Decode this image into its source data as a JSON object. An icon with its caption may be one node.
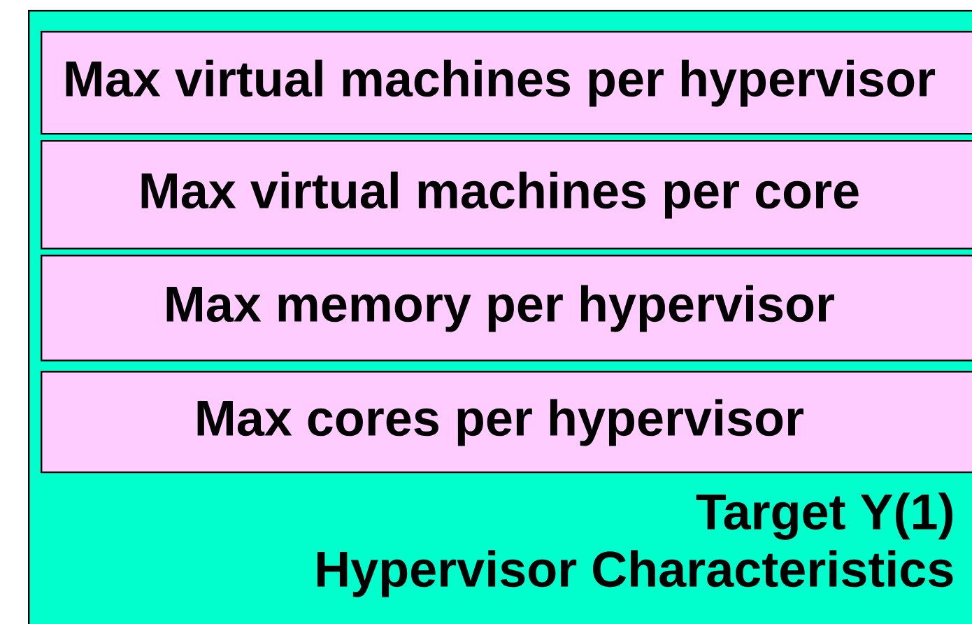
{
  "diagram": {
    "nodes": [
      {
        "text": [
          "Target Y(1)",
          "Hypervisor Characteristics"
        ]
      },
      {
        "text": [
          "Max virtual machines per hypervisor"
        ],
        "in": 0
      },
      {
        "text": [
          "Max virtual machines per core"
        ],
        "in": 0
      },
      {
        "text": [
          "Max memory per hypervisor"
        ],
        "in": 0
      },
      {
        "text": [
          "Max cores per hypervisor"
        ],
        "in": 0
      }
    ]
  }
}
